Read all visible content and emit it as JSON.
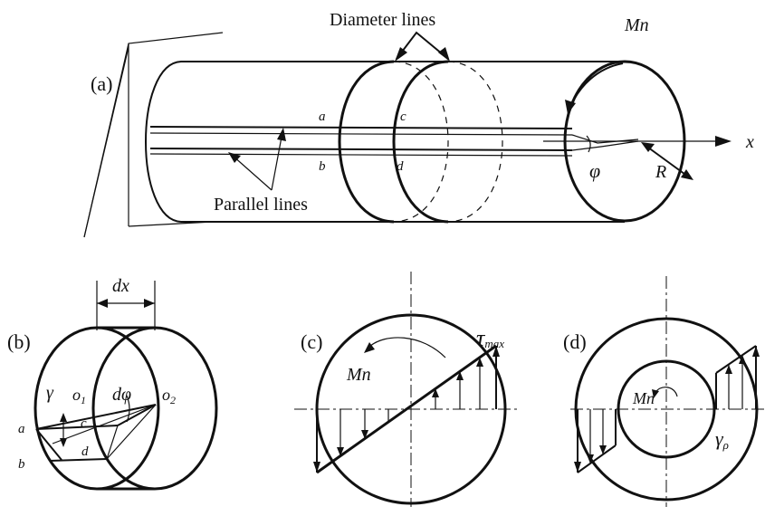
{
  "panel_a": {
    "tag": "(a)",
    "diameter_label": "Diameter lines",
    "parallel_label": "Parallel lines",
    "moment": "Mn",
    "axis": "x",
    "angle": "φ",
    "radius": "R",
    "pt_a": "a",
    "pt_b": "b",
    "pt_c": "c",
    "pt_d": "d"
  },
  "panel_b": {
    "tag": "(b)",
    "length": "dx",
    "gamma": "γ",
    "o1": "o",
    "o1_sub": "1",
    "dphi": "dφ",
    "o2": "o",
    "o2_sub": "2",
    "pt_a": "a",
    "pt_b": "b",
    "pt_c": "c",
    "pt_d": "d"
  },
  "panel_c": {
    "tag": "(c)",
    "tau": "τ",
    "tau_sub": "max",
    "moment": "Mn"
  },
  "panel_d": {
    "tag": "(d)",
    "moment": "Mn",
    "gamma": "γ",
    "gamma_sub": "ρ"
  }
}
